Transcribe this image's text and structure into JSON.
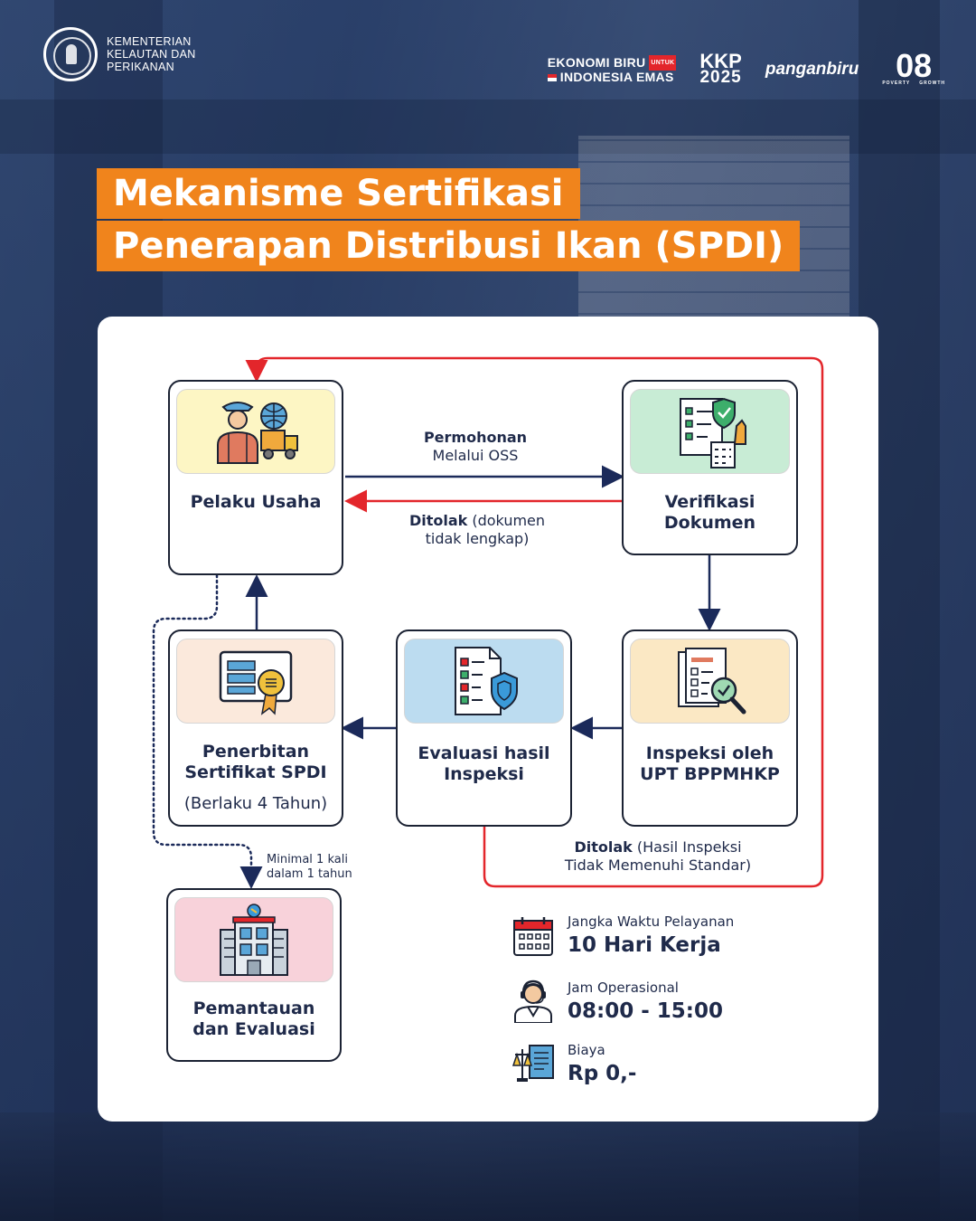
{
  "header": {
    "org_lines": [
      "KEMENTERIAN",
      "KELAUTAN DAN",
      "PERIKANAN"
    ],
    "eb_line1": "EKONOMI BIRU",
    "eb_untuk": "UNTUK",
    "eb_line2": "INDONESIA EMAS",
    "kkp": "KKP",
    "kkp_year": "2025",
    "panganbiru": "panganbiru",
    "eight": "08",
    "eight_sub1": "POVERTY",
    "eight_sub2": "GROWTH"
  },
  "title": {
    "line1": "Mekanisme Sertifikasi",
    "line2": "Penerapan Distribusi Ikan (SPDI)"
  },
  "nodes": {
    "pelaku": {
      "label": "Pelaku Usaha"
    },
    "verifikasi": {
      "label1": "Verifikasi",
      "label2": "Dokumen"
    },
    "inspeksi": {
      "label1": "Inspeksi oleh",
      "label2": "UPT BPPMHKP"
    },
    "evaluasi": {
      "label1": "Evaluasi hasil",
      "label2": "Inspeksi"
    },
    "penerbitan": {
      "label1": "Penerbitan",
      "label2": "Sertifikat SPDI",
      "sub": "(Berlaku 4 Tahun)"
    },
    "pemantauan": {
      "label1": "Pemantauan",
      "label2": "dan Evaluasi"
    }
  },
  "edges": {
    "permohonan_bold": "Permohonan",
    "permohonan_rest": "Melalui OSS",
    "ditolak1_bold": "Ditolak",
    "ditolak1_rest1": " (dokumen",
    "ditolak1_rest2": "tidak lengkap)",
    "ditolak2_bold": "Ditolak",
    "ditolak2_rest1": " (Hasil Inspeksi",
    "ditolak2_rest2": "Tidak Memenuhi Standar)",
    "monitor_1": "Minimal 1 kali",
    "monitor_2": "dalam 1 tahun"
  },
  "info": [
    {
      "label": "Jangka Waktu Pelayanan",
      "value": "10 Hari Kerja",
      "icon": "calendar-icon"
    },
    {
      "label": "Jam Operasional",
      "value": "08:00 - 15:00",
      "icon": "operator-icon"
    },
    {
      "label": "Biaya",
      "value": "Rp 0,-",
      "icon": "legal-fee-icon"
    }
  ],
  "colors": {
    "orange": "#f0841c",
    "navy": "#1b2a5a",
    "red": "#e3262b"
  }
}
